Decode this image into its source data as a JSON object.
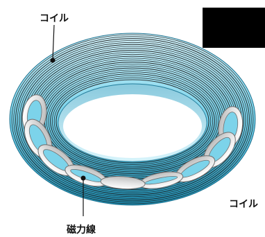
{
  "labels": {
    "coil_top": "コイル",
    "coil_right": "コイル",
    "field_lines": "磁力線"
  },
  "colors": {
    "torus_light": "#d4f3fb",
    "torus_mid": "#7cd3ea",
    "torus_dark": "#1d8fb4",
    "field_line": "#1a1a1a",
    "coil_fill": "#ececec",
    "coil_stroke": "#6f6f6f",
    "black_box": "#000000"
  },
  "diagram": {
    "coil_count": 16
  }
}
